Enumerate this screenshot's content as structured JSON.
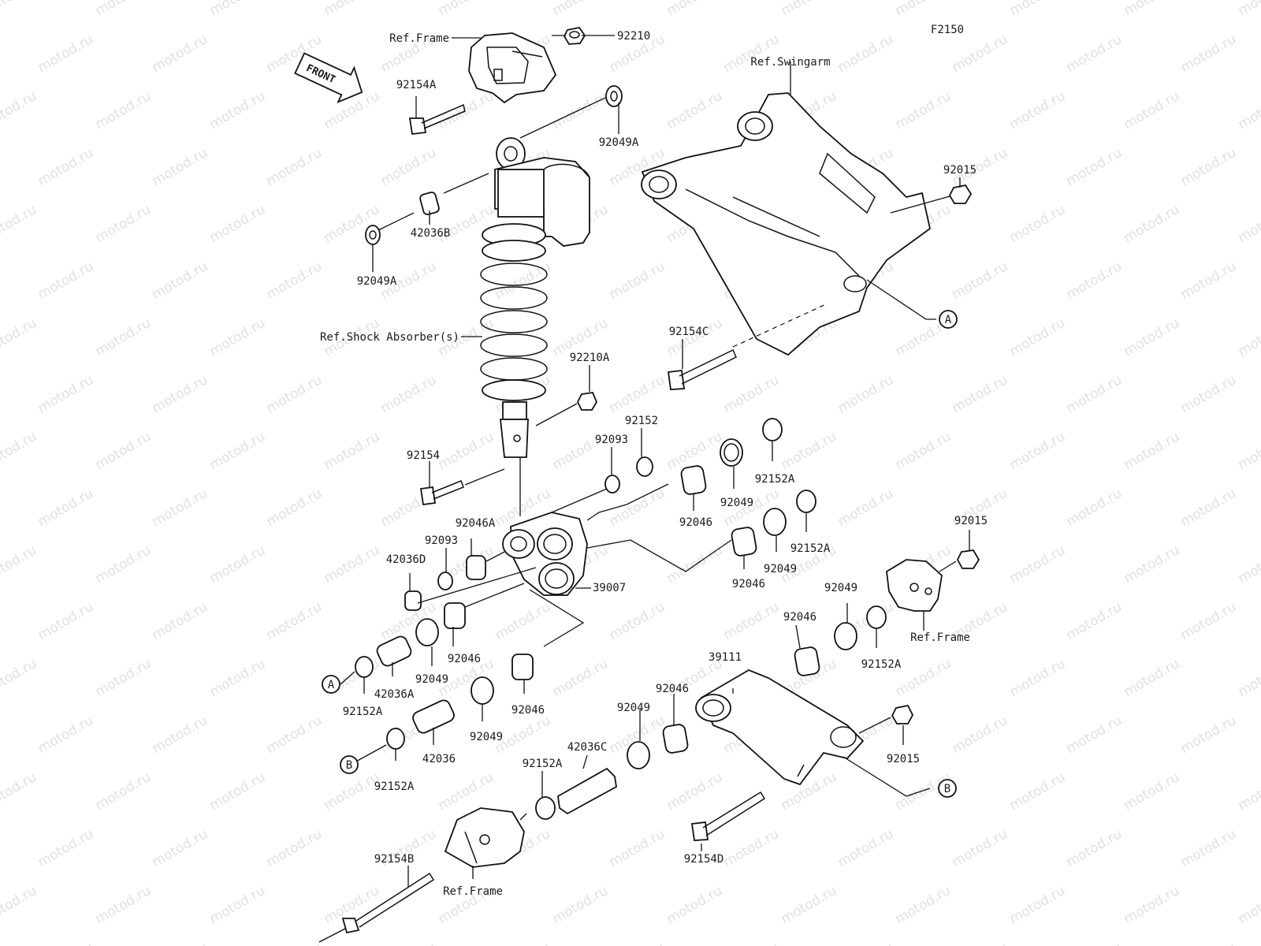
{
  "diagram_code": "F2150",
  "watermark_text": "motod.ru",
  "front_arrow_text": "FRONT",
  "refs": {
    "frame_top": "Ref.Frame",
    "frame_right": "Ref.Frame",
    "frame_bottom": "Ref.Frame",
    "swingarm": "Ref.Swingarm",
    "shock": "Ref.Shock Absorber(s)"
  },
  "callouts": {
    "A": "A",
    "B": "B"
  },
  "parts": {
    "p92210": "92210",
    "p92154A": "92154A",
    "p92049A_top": "92049A",
    "p42036B": "42036B",
    "p92049A_left": "92049A",
    "p92015_top": "92015",
    "p92154C": "92154C",
    "p92210A": "92210A",
    "p92152": "92152",
    "p92093_top": "92093",
    "p92154": "92154",
    "p92152A_a": "92152A",
    "p92046_a": "92046",
    "p92049_a": "92049",
    "p92046A": "92046A",
    "p92093_left": "92093",
    "p42036D": "42036D",
    "p92152A_b": "92152A",
    "p92049_b": "92049",
    "p92046_b": "92046",
    "p39007": "39007",
    "p92015_right": "92015",
    "p92049_c": "92049",
    "p92046_c": "92046",
    "p92152A_c": "92152A",
    "p92046_d": "92046",
    "p92049_d": "92049",
    "p42036A": "42036A",
    "p92152A_d": "92152A",
    "p92046_e": "92046",
    "p39111": "39111",
    "p92046_f": "92046",
    "p92049_e": "92049",
    "p92049_f": "92049",
    "p42036": "42036",
    "p92152A_e": "92152A",
    "p42036C": "42036C",
    "p92152A_f": "92152A",
    "p92015_bot": "92015",
    "p92154D": "92154D",
    "p92154B": "92154B"
  }
}
